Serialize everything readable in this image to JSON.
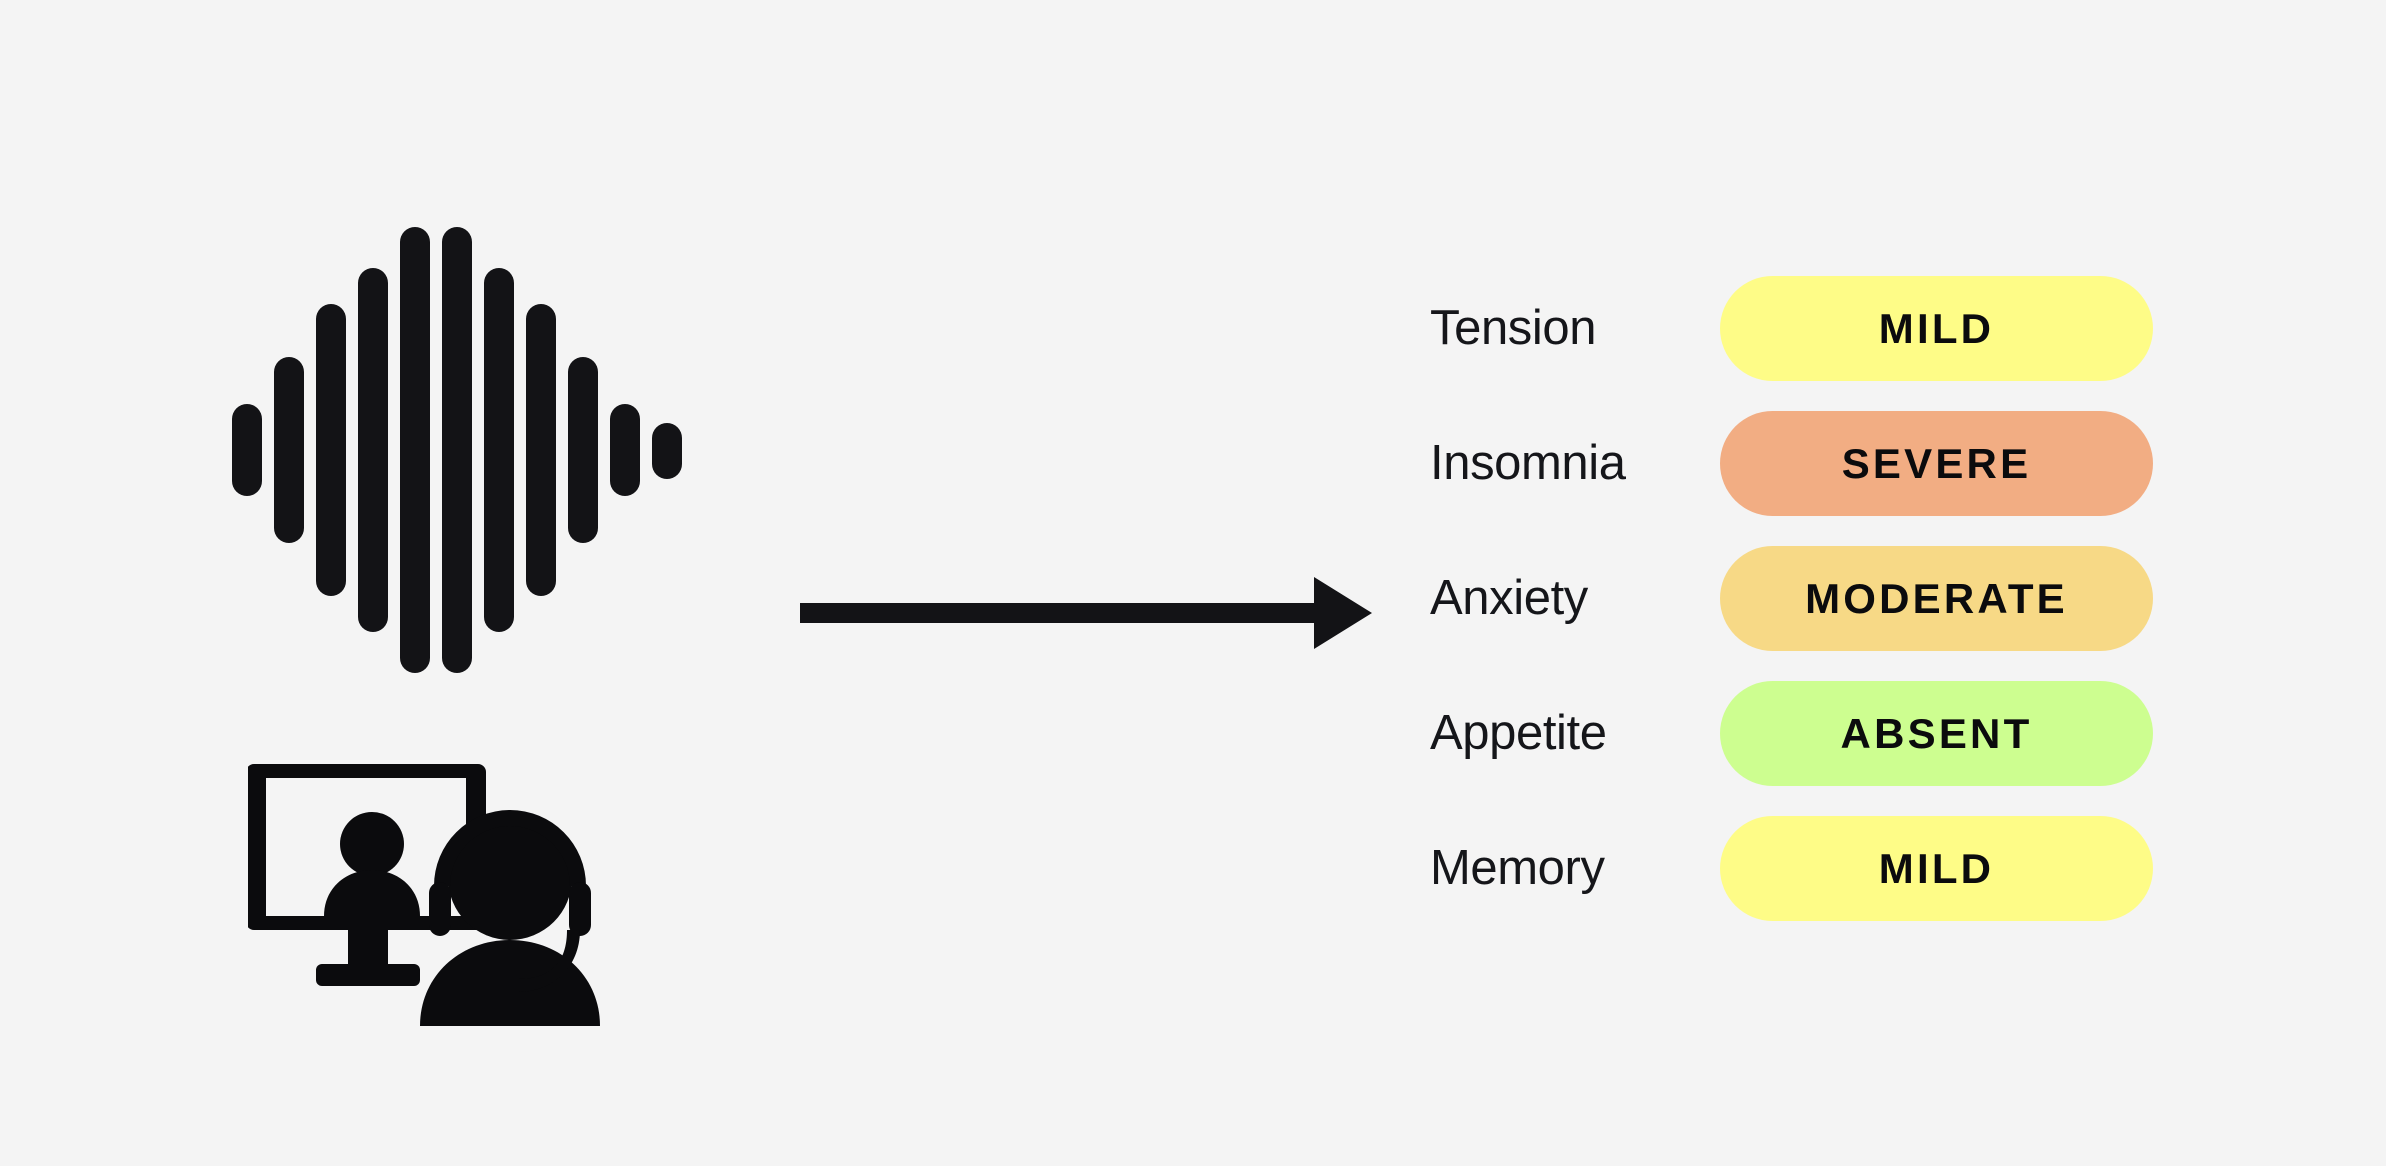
{
  "background_color": "#f4f4f4",
  "ink_color": "#131316",
  "diagram": {
    "input": {
      "waveform_icon_name": "audio-waveform",
      "agent_icon_name": "telehealth-call-agent",
      "waveform_bar_heights": [
        92,
        178,
        282,
        352,
        430,
        430,
        352,
        282,
        178,
        92
      ],
      "waveform_bar_count": 11
    },
    "arrow": {
      "icon_name": "right-arrow",
      "direction": "right"
    },
    "results": {
      "rows": [
        {
          "symptom": "Tension",
          "severity": "MILD",
          "color": "#fefc87"
        },
        {
          "symptom": "Insomnia",
          "severity": "SEVERE",
          "color": "#f2ad83"
        },
        {
          "symptom": "Anxiety",
          "severity": "MODERATE",
          "color": "#f7d986"
        },
        {
          "symptom": "Appetite",
          "severity": "ABSENT",
          "color": "#cdfe90"
        },
        {
          "symptom": "Memory",
          "severity": "MILD",
          "color": "#fefc87"
        }
      ]
    }
  }
}
